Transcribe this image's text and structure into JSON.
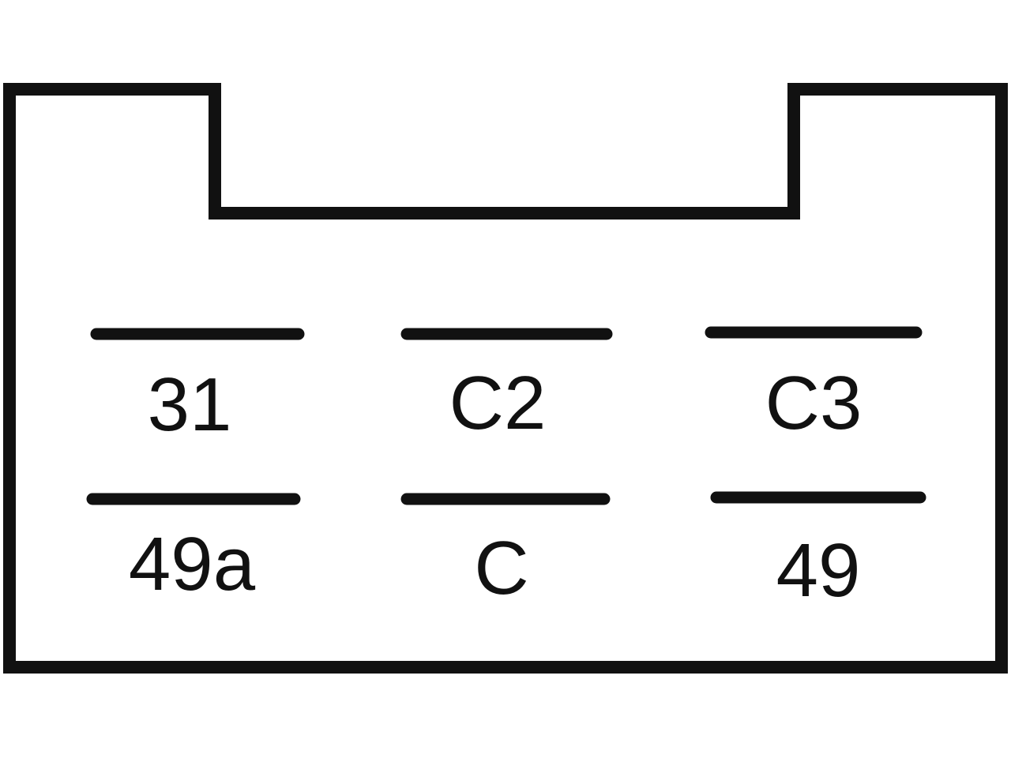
{
  "diagram": {
    "type": "relay-pin-layout",
    "stroke_color": "#111111",
    "background": "#ffffff",
    "terminals": [
      {
        "label": "31",
        "row": "top",
        "column": "left"
      },
      {
        "label": "C2",
        "row": "top",
        "column": "middle"
      },
      {
        "label": "C3",
        "row": "top",
        "column": "right"
      },
      {
        "label": "49a",
        "row": "bottom",
        "column": "left"
      },
      {
        "label": "C",
        "row": "bottom",
        "column": "middle"
      },
      {
        "label": "49",
        "row": "bottom",
        "column": "right"
      }
    ]
  }
}
